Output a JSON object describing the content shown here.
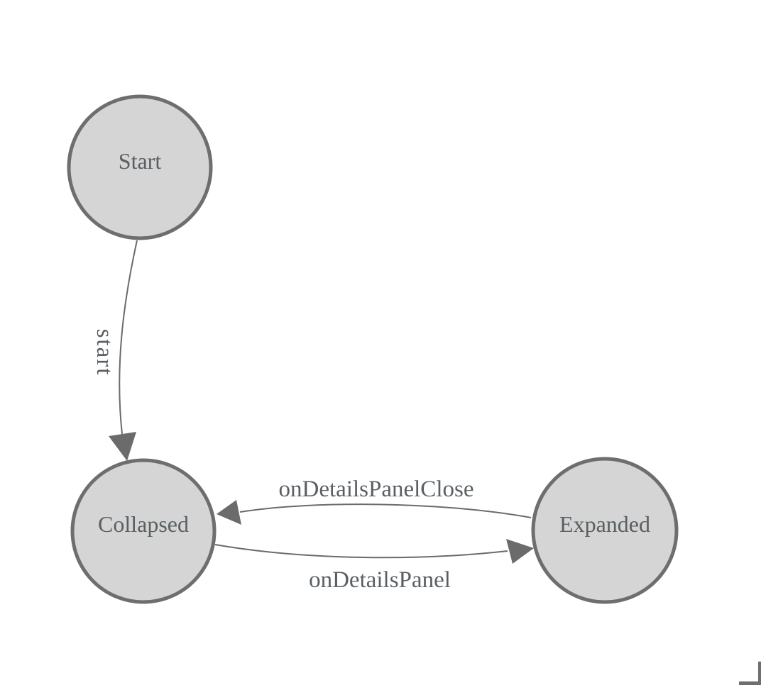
{
  "diagram": {
    "states": [
      {
        "id": "start",
        "label": "Start"
      },
      {
        "id": "collapsed",
        "label": "Collapsed"
      },
      {
        "id": "expanded",
        "label": "Expanded"
      }
    ],
    "transitions": [
      {
        "id": "start-to-collapsed",
        "label": "start",
        "from": "Start",
        "to": "Collapsed"
      },
      {
        "id": "expanded-to-collapsed",
        "label": "onDetailsPanelClose",
        "from": "Expanded",
        "to": "Collapsed"
      },
      {
        "id": "collapsed-to-expanded",
        "label": "onDetailsPanel",
        "from": "Collapsed",
        "to": "Expanded"
      }
    ],
    "colors": {
      "background": "#ffffff",
      "state_fill": "#d5d5d5",
      "state_stroke": "#6e6e6e",
      "edge_stroke": "#6b6b6b",
      "label_text": "#595f63",
      "corner_mark": "#6f6f6f"
    }
  }
}
